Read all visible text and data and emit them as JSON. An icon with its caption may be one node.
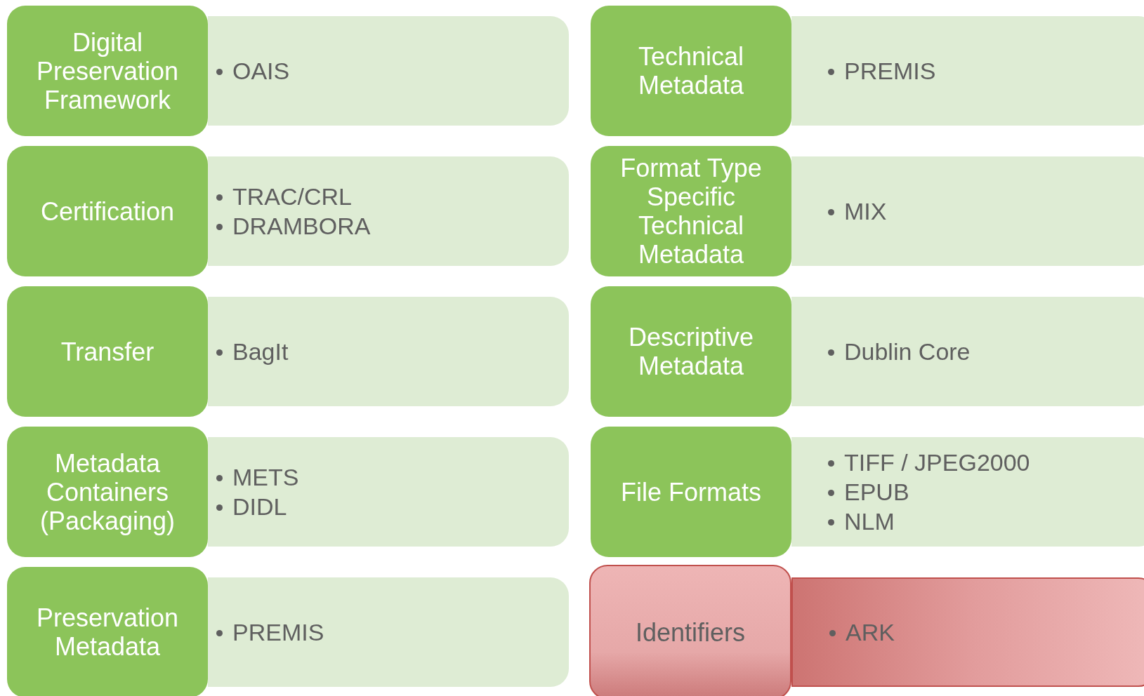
{
  "diagram": {
    "nodes": [
      {
        "text": [
          "Digital Preservation Framework"
        ]
      },
      {
        "text": [
          "OAIS"
        ]
      },
      {
        "text": [
          "Technical Metadata"
        ]
      },
      {
        "text": [
          "PREMIS"
        ]
      },
      {
        "text": [
          "Certification"
        ]
      },
      {
        "text": [
          "TRAC/CRL",
          "DRAMBORA"
        ]
      },
      {
        "text": [
          "Format Type Specific Technical Metadata"
        ]
      },
      {
        "text": [
          "MIX"
        ]
      },
      {
        "text": [
          "Transfer"
        ]
      },
      {
        "text": [
          "BagIt"
        ]
      },
      {
        "text": [
          "Descriptive Metadata"
        ]
      },
      {
        "text": [
          "Dublin Core"
        ]
      },
      {
        "text": [
          "Metadata Containers (Packaging)"
        ]
      },
      {
        "text": [
          "METS",
          "DIDL"
        ]
      },
      {
        "text": [
          "File Formats"
        ]
      },
      {
        "text": [
          "TIFF / JPEG2000",
          "EPUB",
          "NLM"
        ]
      },
      {
        "text": [
          "Preservation Metadata"
        ]
      },
      {
        "text": [
          "PREMIS"
        ]
      },
      {
        "text": [
          "Identifiers"
        ]
      },
      {
        "text": [
          "ARK"
        ]
      }
    ]
  }
}
